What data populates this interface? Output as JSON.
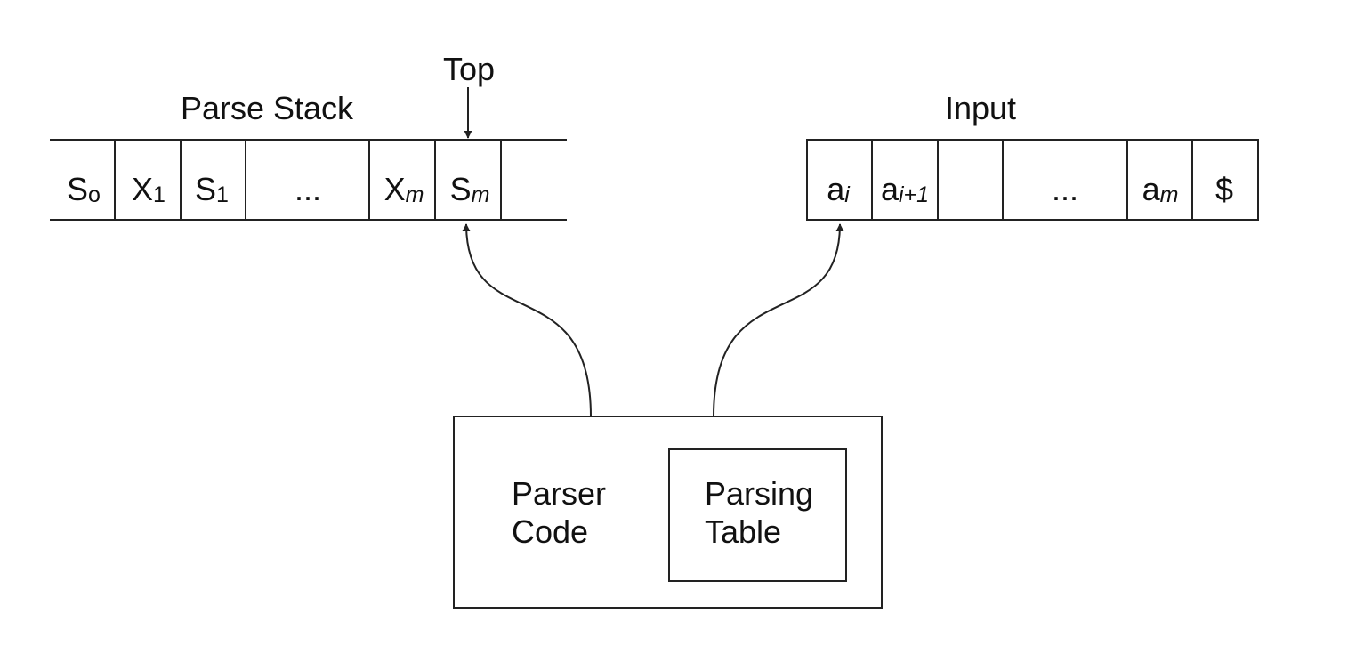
{
  "stack": {
    "title": "Parse Stack",
    "top_label": "Top",
    "cells": [
      {
        "main": "S",
        "sub": "o",
        "sub_italic": false
      },
      {
        "main": "X",
        "sub": "1",
        "sub_italic": false
      },
      {
        "main": "S",
        "sub": "1",
        "sub_italic": false
      },
      {
        "main": "...",
        "sub": "",
        "sub_italic": false
      },
      {
        "main": "X",
        "sub": "m",
        "sub_italic": true
      },
      {
        "main": "S",
        "sub": "m",
        "sub_italic": true
      }
    ]
  },
  "input": {
    "title": "Input",
    "cells": [
      {
        "main": "a",
        "sub": "i",
        "sub_italic": true
      },
      {
        "main": "a",
        "sub": "i+1",
        "sub_italic": true
      },
      {
        "main": "",
        "sub": "",
        "sub_italic": false
      },
      {
        "main": "...",
        "sub": "",
        "sub_italic": false
      },
      {
        "main": "a",
        "sub": "m",
        "sub_italic": true
      },
      {
        "main": "$",
        "sub": "",
        "sub_italic": false
      }
    ]
  },
  "parser": {
    "code_line1": "Parser",
    "code_line2": "Code",
    "table_line1": "Parsing",
    "table_line2": "Table"
  }
}
